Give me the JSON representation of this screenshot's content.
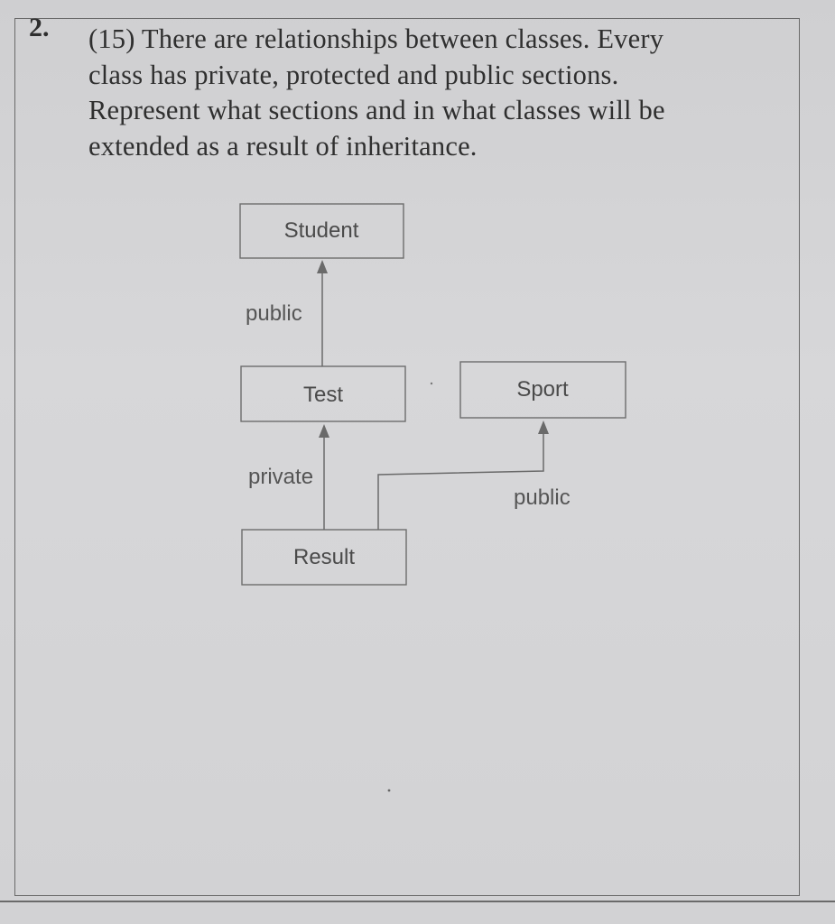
{
  "question": {
    "number": "2.",
    "lines": [
      "(15) There are relationships between classes. Every",
      "class has private, protected and public sections.",
      "Represent what sections and in what classes will be",
      "extended as a result of inheritance."
    ]
  },
  "diagram": {
    "classes": {
      "student": "Student",
      "test": "Test",
      "sport": "Sport",
      "result": "Result"
    },
    "relations": {
      "test_to_student": "public",
      "result_to_test": "private",
      "result_to_sport": "public"
    }
  }
}
